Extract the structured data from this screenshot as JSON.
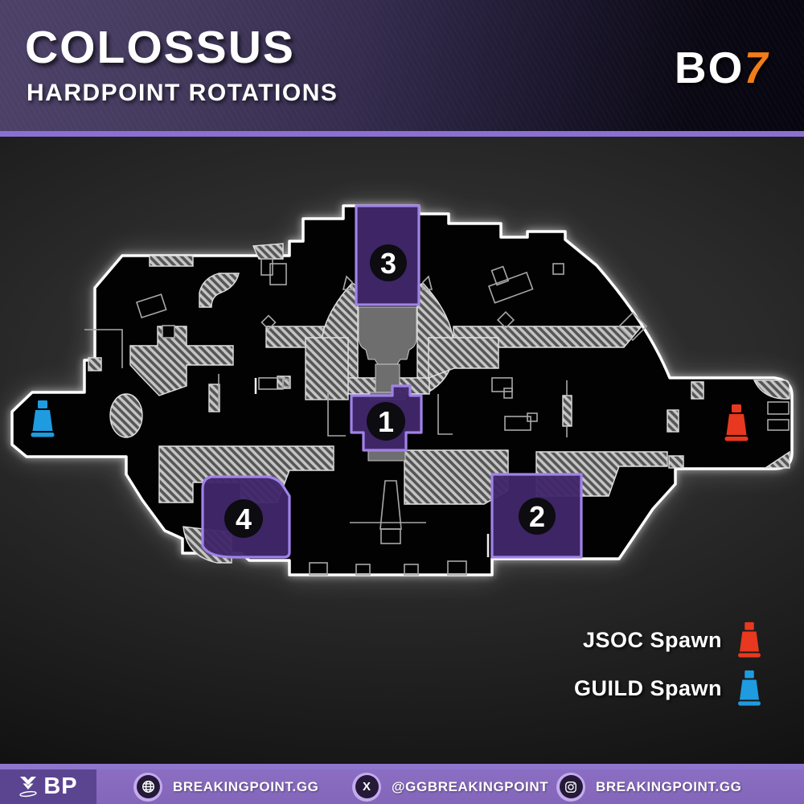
{
  "header": {
    "title": "COLOSSUS",
    "subtitle": "HARDPOINT ROTATIONS",
    "game_logo": {
      "prefix": "BO",
      "suffix": "7",
      "suffix_color": "#f07d17"
    }
  },
  "map": {
    "name": "Colossus",
    "mode": "Hardpoint",
    "hardpoints": [
      {
        "number": "1",
        "label": "Hardpoint 1 - center"
      },
      {
        "number": "2",
        "label": "Hardpoint 2 - bottom right"
      },
      {
        "number": "3",
        "label": "Hardpoint 3 - top center"
      },
      {
        "number": "4",
        "label": "Hardpoint 4 - bottom left"
      }
    ],
    "spawns": [
      {
        "team": "GUILD",
        "side": "left",
        "color": "#1f9be0"
      },
      {
        "team": "JSOC",
        "side": "right",
        "color": "#e8381f"
      }
    ]
  },
  "legend": {
    "items": [
      {
        "label": "JSOC Spawn",
        "color": "#e8381f"
      },
      {
        "label": "GUILD Spawn",
        "color": "#1f9be0"
      }
    ]
  },
  "footer": {
    "brand": "BP",
    "links": [
      {
        "icon": "globe-icon",
        "label": "BREAKINGPOINT.GG"
      },
      {
        "icon": "x-icon",
        "label": "@GGBREAKINGPOINT"
      },
      {
        "icon": "instagram-icon",
        "label": "BREAKINGPOINT.GG"
      }
    ]
  },
  "colors": {
    "header_accent": "#8b70d2",
    "hardpoint_fill": "#41276a",
    "hardpoint_border": "#a083e8",
    "footer_bar": "#8b6ec3",
    "logo_orange": "#f07d17"
  }
}
